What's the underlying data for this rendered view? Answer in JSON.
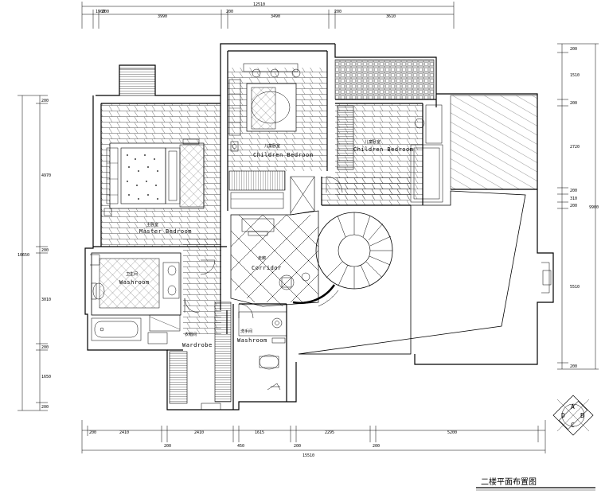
{
  "title": "二楼平面布置图",
  "dimensions": {
    "top_total": "12510",
    "top_segments": [
      "1900",
      "200",
      "3990",
      "200",
      "3490",
      "200",
      "3610"
    ],
    "bottom_total": "15510",
    "bottom_segments": [
      "200",
      "2410",
      "200",
      "2410",
      "450",
      "1615",
      "200",
      "2295",
      "200",
      "5200"
    ],
    "left_total": "10650",
    "left_segments": [
      "200",
      "4970",
      "200",
      "3010",
      "200",
      "1650",
      "200"
    ],
    "right_total": "9900",
    "right_segments": [
      "200",
      "1510",
      "200",
      "2720",
      "200",
      "310",
      "200",
      "5510",
      "200"
    ]
  },
  "rooms": [
    {
      "cn": "主卧室",
      "en": "Master Bedroom"
    },
    {
      "cn": "儿童卧室",
      "en": "Children Bedroom"
    },
    {
      "cn": "儿童卧室",
      "en": "Children Bedroom"
    },
    {
      "cn": "卫生间",
      "en": "Washroom"
    },
    {
      "cn": "走廊",
      "en": "Corridor"
    },
    {
      "cn": "衣帽间",
      "en": "Wardrobe"
    },
    {
      "cn": "洗手间",
      "en": "Washroom"
    }
  ],
  "compass": {
    "top": "A",
    "right": "B",
    "bottom": "C",
    "left": "D"
  }
}
